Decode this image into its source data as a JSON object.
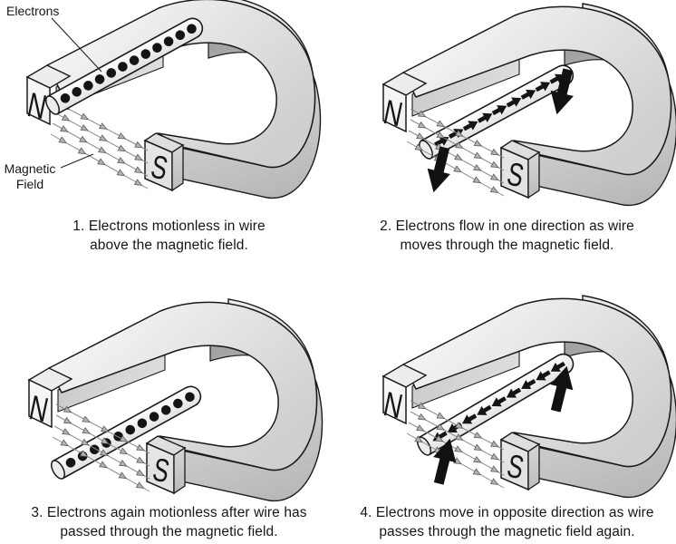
{
  "figure_description": "Four-step diagram of electromagnetic induction with a horseshoe magnet and a wire",
  "annotations": {
    "electrons": "Electrons",
    "magnetic_field_line1": "Magnetic",
    "magnetic_field_line2": "Field"
  },
  "colors": {
    "outline": "#1a1a1a",
    "magnet_light": "#f5f5f5",
    "magnet_mid": "#d9d9d9",
    "magnet_dark": "#b5b5b5",
    "electron": "#141414",
    "field_line": "#8a8a8a",
    "field_arrowhead_fill": "#b3b3b3",
    "field_arrowhead_stroke": "#5a5a5a",
    "wire_fill": "#ffffff",
    "background": "#ffffff"
  },
  "panels": [
    {
      "number": 1,
      "north_pole": "N",
      "south_pole": "S",
      "field_line_count": 4,
      "wire": {
        "marker": "dots",
        "electron_count": 12,
        "position": "above the magnetic field"
      },
      "motion_arrows": {
        "count": 0,
        "direction": null
      },
      "caption_lines": [
        "1. Electrons motionless in wire",
        "above the magnetic field."
      ]
    },
    {
      "number": 2,
      "north_pole": "N",
      "south_pole": "S",
      "field_line_count": 4,
      "wire": {
        "marker": "arrows",
        "arrow_count": 9,
        "flow": "toward-tip",
        "position": "in the magnetic field"
      },
      "motion_arrows": {
        "count": 2,
        "direction": "down"
      },
      "caption_lines": [
        "2. Electrons flow in one direction as wire",
        "moves through the magnetic field."
      ]
    },
    {
      "number": 3,
      "north_pole": "N",
      "south_pole": "S",
      "field_line_count": 4,
      "wire": {
        "marker": "dots",
        "electron_count": 11,
        "position": "below the magnetic field"
      },
      "motion_arrows": {
        "count": 0,
        "direction": null
      },
      "caption_lines": [
        "3. Electrons again motionless after wire has",
        "passed through the magnetic field."
      ]
    },
    {
      "number": 4,
      "north_pole": "N",
      "south_pole": "S",
      "field_line_count": 4,
      "wire": {
        "marker": "arrows",
        "arrow_count": 9,
        "flow": "toward-cap",
        "position": "in the magnetic field"
      },
      "motion_arrows": {
        "count": 2,
        "direction": "up"
      },
      "caption_lines": [
        "4. Electrons move in opposite direction as wire",
        "passes through the magnetic field again."
      ]
    }
  ]
}
